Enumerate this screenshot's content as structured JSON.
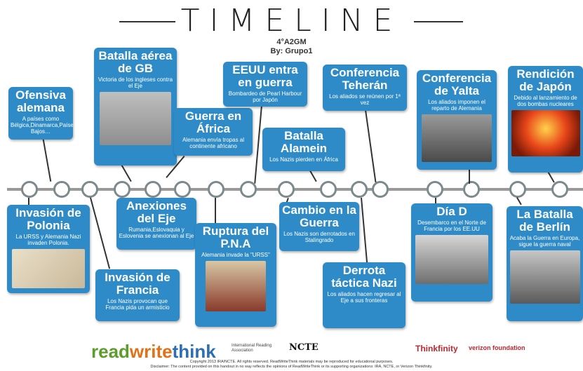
{
  "header": {
    "title": "TIMELINE",
    "class": "4°A2GM",
    "by": "By: Grupo1"
  },
  "events": [
    {
      "id": "ofensiva",
      "title": "Ofensiva alemana",
      "desc": "A países como Bélgica,Dinamarca,Países Bajos…"
    },
    {
      "id": "batalla-gb",
      "title": "Batalla aérea de GB",
      "desc": "Victoria de los ingleses contra el Eje"
    },
    {
      "id": "guerra-africa",
      "title": "Guerra en África",
      "desc": "Alemania envía tropas al continente africano"
    },
    {
      "id": "eeuu",
      "title": "EEUU entra en guerra",
      "desc": "Bombardeo de Pearl Harbour por Japón"
    },
    {
      "id": "alamein",
      "title": "Batalla Alamein",
      "desc": "Los Nazis pierden en África"
    },
    {
      "id": "teheran",
      "title": "Conferencia Teherán",
      "desc": "Los aliados se reúnen por 1ª vez"
    },
    {
      "id": "yalta",
      "title": "Conferencia de Yalta",
      "desc": "Los aliados imponen el reparto de Alemania"
    },
    {
      "id": "japon",
      "title": "Rendición de Japón",
      "desc": "Debido al lanzamiento de dos bombas nucleares"
    },
    {
      "id": "polonia",
      "title": "Invasión de Polonia",
      "desc": "La URSS y Alemania Nazi invaden Polonia."
    },
    {
      "id": "francia",
      "title": "Invasión de Francia",
      "desc": "Los Nazis provocan que Francia pida un armisticio"
    },
    {
      "id": "anexiones",
      "title": "Anexiones del Eje",
      "desc": "Rumania,Eslovaquia y Eslovenia se anexionan al Eje"
    },
    {
      "id": "pna",
      "title": "Ruptura del P.N.A",
      "desc": "Alemania invade la \"URSS\""
    },
    {
      "id": "cambio",
      "title": "Cambio en la Guerra",
      "desc": "Los Nazis son derrotados en Stalingrado"
    },
    {
      "id": "derrota",
      "title": "Derrota táctica Nazi",
      "desc": "Los aliados hacen regresar al Eje a sus fronteras"
    },
    {
      "id": "diad",
      "title": "Día D",
      "desc": "Desembarco en el Norte de Francia por los EE.UU"
    },
    {
      "id": "berlin",
      "title": "La Batalla de Berlín",
      "desc": "Acaba la Guerra en Europa, sigue la guerra naval"
    }
  ],
  "footer": {
    "logo1": "read",
    "logo2": "write",
    "logo3": "think",
    "assoc": "International Reading Association",
    "ncte": "NCTE",
    "thinkfinity": "Thinkfinity",
    "verizon": "verizon foundation",
    "copyright": "Copyright 2013 IRA/NCTE. All rights reserved. ReadWriteThink materials may be reproduced for educational purposes.",
    "disclaimer": "Disclaimer: The content provided on this handout in no way reflects the opinions of ReadWriteThink or its supporting organizations: IRA, NCTE, or Verizon Thinkfinity."
  }
}
